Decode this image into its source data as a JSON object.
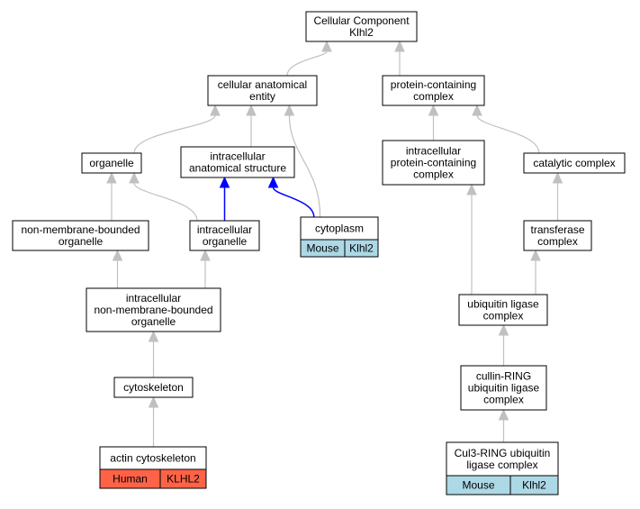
{
  "diagram": {
    "nodes": [
      {
        "id": "cellular-component",
        "lines": [
          "Cellular Component",
          "Klhl2"
        ]
      },
      {
        "id": "cellular-anatomical-entity",
        "lines": [
          "cellular anatomical",
          "entity"
        ]
      },
      {
        "id": "protein-containing-complex",
        "lines": [
          "protein-containing",
          "complex"
        ]
      },
      {
        "id": "organelle",
        "lines": [
          "organelle"
        ]
      },
      {
        "id": "intracellular-anatomical-structure",
        "lines": [
          "intracellular",
          "anatomical structure"
        ]
      },
      {
        "id": "intracellular-protein-containing-complex",
        "lines": [
          "intracellular",
          "protein-containing",
          "complex"
        ]
      },
      {
        "id": "catalytic-complex",
        "lines": [
          "catalytic complex"
        ]
      },
      {
        "id": "non-membrane-bounded-organelle",
        "lines": [
          "non-membrane-bounded",
          "organelle"
        ]
      },
      {
        "id": "intracellular-organelle",
        "lines": [
          "intracellular",
          "organelle"
        ]
      },
      {
        "id": "cytoplasm",
        "lines": [
          "cytoplasm"
        ],
        "annotation": {
          "species": "Mouse",
          "gene": "Klhl2",
          "color": "#add8e6"
        }
      },
      {
        "id": "transferase-complex",
        "lines": [
          "transferase",
          "complex"
        ]
      },
      {
        "id": "intracellular-non-membrane-bounded-organelle",
        "lines": [
          "intracellular",
          "non-membrane-bounded",
          "organelle"
        ]
      },
      {
        "id": "ubiquitin-ligase-complex",
        "lines": [
          "ubiquitin ligase",
          "complex"
        ]
      },
      {
        "id": "cytoskeleton",
        "lines": [
          "cytoskeleton"
        ]
      },
      {
        "id": "cullin-ring-ubiquitin-ligase-complex",
        "lines": [
          "cullin-RING",
          "ubiquitin ligase",
          "complex"
        ]
      },
      {
        "id": "actin-cytoskeleton",
        "lines": [
          "actin cytoskeleton"
        ],
        "annotation": {
          "species": "Human",
          "gene": "KLHL2",
          "color": "#ff6347"
        }
      },
      {
        "id": "cul3-ring-ubiquitin-ligase-complex",
        "lines": [
          "Cul3-RING ubiquitin",
          "ligase complex"
        ],
        "annotation": {
          "species": "Mouse",
          "gene": "Klhl2",
          "color": "#add8e6"
        }
      }
    ],
    "edges": [
      {
        "from": "cellular-anatomical-entity",
        "to": "cellular-component",
        "color": "#c0c0c0"
      },
      {
        "from": "protein-containing-complex",
        "to": "cellular-component",
        "color": "#c0c0c0"
      },
      {
        "from": "organelle",
        "to": "cellular-anatomical-entity",
        "color": "#c0c0c0"
      },
      {
        "from": "intracellular-anatomical-structure",
        "to": "cellular-anatomical-entity",
        "color": "#c0c0c0"
      },
      {
        "from": "cytoplasm",
        "to": "cellular-anatomical-entity",
        "color": "#c0c0c0"
      },
      {
        "from": "intracellular-protein-containing-complex",
        "to": "protein-containing-complex",
        "color": "#c0c0c0"
      },
      {
        "from": "catalytic-complex",
        "to": "protein-containing-complex",
        "color": "#c0c0c0"
      },
      {
        "from": "non-membrane-bounded-organelle",
        "to": "organelle",
        "color": "#c0c0c0"
      },
      {
        "from": "intracellular-organelle",
        "to": "organelle",
        "color": "#c0c0c0"
      },
      {
        "from": "intracellular-organelle",
        "to": "intracellular-anatomical-structure",
        "color": "#0000ff"
      },
      {
        "from": "cytoplasm",
        "to": "intracellular-anatomical-structure",
        "color": "#0000ff"
      },
      {
        "from": "transferase-complex",
        "to": "catalytic-complex",
        "color": "#c0c0c0"
      },
      {
        "from": "intracellular-non-membrane-bounded-organelle",
        "to": "non-membrane-bounded-organelle",
        "color": "#c0c0c0"
      },
      {
        "from": "intracellular-non-membrane-bounded-organelle",
        "to": "intracellular-organelle",
        "color": "#c0c0c0"
      },
      {
        "from": "ubiquitin-ligase-complex",
        "to": "intracellular-protein-containing-complex",
        "color": "#c0c0c0"
      },
      {
        "from": "ubiquitin-ligase-complex",
        "to": "transferase-complex",
        "color": "#c0c0c0"
      },
      {
        "from": "cytoskeleton",
        "to": "intracellular-non-membrane-bounded-organelle",
        "color": "#c0c0c0"
      },
      {
        "from": "cullin-ring-ubiquitin-ligase-complex",
        "to": "ubiquitin-ligase-complex",
        "color": "#c0c0c0"
      },
      {
        "from": "actin-cytoskeleton",
        "to": "cytoskeleton",
        "color": "#c0c0c0"
      },
      {
        "from": "cul3-ring-ubiquitin-ligase-complex",
        "to": "cullin-ring-ubiquitin-ligase-complex",
        "color": "#c0c0c0"
      }
    ]
  }
}
